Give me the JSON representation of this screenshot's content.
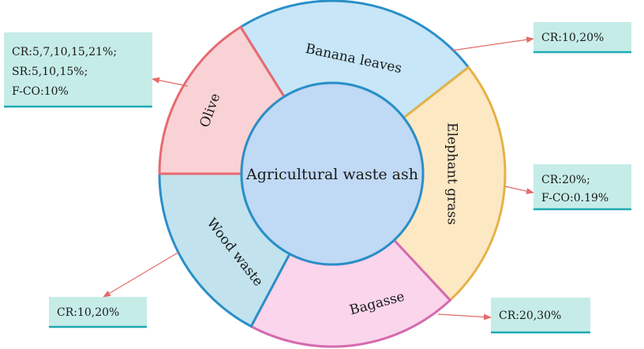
{
  "diagram": {
    "center": {
      "label": "Agricultural waste ash",
      "fill": "#c0d9f5",
      "stroke": "#2a8fc8"
    },
    "segments": [
      {
        "id": "banana",
        "label": "Banana leaves",
        "fill": "#c7e6f8",
        "stroke": "#2a8fc8"
      },
      {
        "id": "elephant",
        "label": "Elephant grass",
        "fill": "#fde8c4",
        "stroke": "#e5b245"
      },
      {
        "id": "bagasse",
        "label": "Bagasse",
        "fill": "#fad5ec",
        "stroke": "#d46aae"
      },
      {
        "id": "wood",
        "label": "Wood waste",
        "fill": "#c2e3ee",
        "stroke": "#2a8fc8"
      },
      {
        "id": "olive",
        "label": "Olive",
        "fill": "#f9d2d6",
        "stroke": "#e76a70"
      }
    ],
    "callouts": [
      {
        "for": "banana",
        "lines": [
          "CR:10,20%"
        ]
      },
      {
        "for": "elephant",
        "lines": [
          "CR:20%;",
          "F-CO:0.19%"
        ]
      },
      {
        "for": "bagasse",
        "lines": [
          "CR:20,30%"
        ]
      },
      {
        "for": "wood",
        "lines": [
          "CR:10,20%"
        ]
      },
      {
        "for": "olive",
        "lines": [
          "CR:5,7,10,15,21%;",
          "SR:5,10,15%;",
          "F-CO:10%"
        ]
      }
    ],
    "colors": {
      "callout_fill": "#c6ece8",
      "callout_underline": "#1fa9b3",
      "arrow": "#e36b6b"
    }
  }
}
